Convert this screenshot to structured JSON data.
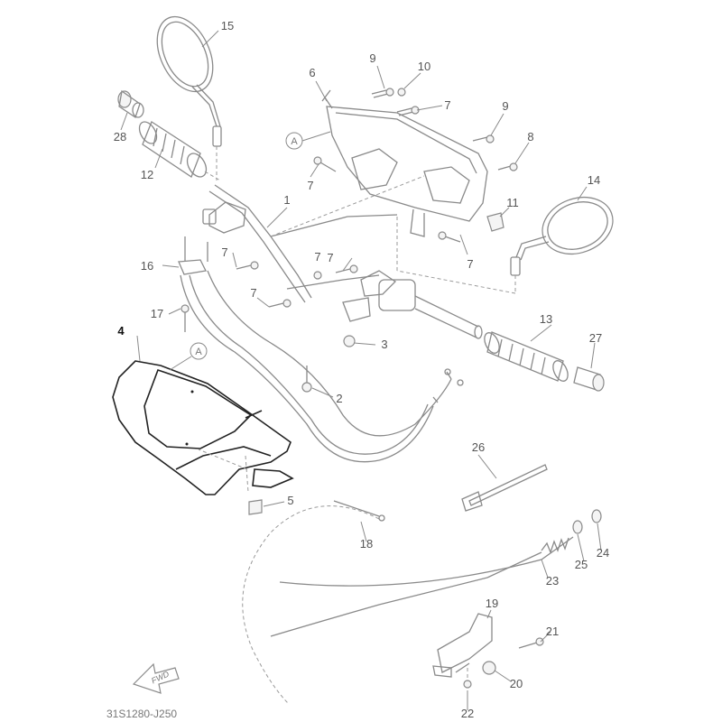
{
  "diagram_code": "31S1280-J250",
  "fwd_label": "FWD",
  "ref_mark": "A",
  "parts": [
    {
      "id": "p1",
      "label": "1"
    },
    {
      "id": "p2",
      "label": "2"
    },
    {
      "id": "p3",
      "label": "3"
    },
    {
      "id": "p4",
      "label": "4"
    },
    {
      "id": "p5",
      "label": "5"
    },
    {
      "id": "p6",
      "label": "6"
    },
    {
      "id": "p7a",
      "label": "7"
    },
    {
      "id": "p7b",
      "label": "7"
    },
    {
      "id": "p7c",
      "label": "7"
    },
    {
      "id": "p7d",
      "label": "7"
    },
    {
      "id": "p7e",
      "label": "7"
    },
    {
      "id": "p7f",
      "label": "7"
    },
    {
      "id": "p7g",
      "label": "7"
    },
    {
      "id": "p8",
      "label": "8"
    },
    {
      "id": "p9a",
      "label": "9"
    },
    {
      "id": "p9b",
      "label": "9"
    },
    {
      "id": "p10",
      "label": "10"
    },
    {
      "id": "p11",
      "label": "11"
    },
    {
      "id": "p12",
      "label": "12"
    },
    {
      "id": "p13",
      "label": "13"
    },
    {
      "id": "p14",
      "label": "14"
    },
    {
      "id": "p15",
      "label": "15"
    },
    {
      "id": "p16",
      "label": "16"
    },
    {
      "id": "p17",
      "label": "17"
    },
    {
      "id": "p18",
      "label": "18"
    },
    {
      "id": "p19",
      "label": "19"
    },
    {
      "id": "p20",
      "label": "20"
    },
    {
      "id": "p21",
      "label": "21"
    },
    {
      "id": "p22",
      "label": "22"
    },
    {
      "id": "p23",
      "label": "23"
    },
    {
      "id": "p24",
      "label": "24"
    },
    {
      "id": "p25",
      "label": "25"
    },
    {
      "id": "p26",
      "label": "26"
    },
    {
      "id": "p27",
      "label": "27"
    },
    {
      "id": "p28",
      "label": "28"
    }
  ]
}
